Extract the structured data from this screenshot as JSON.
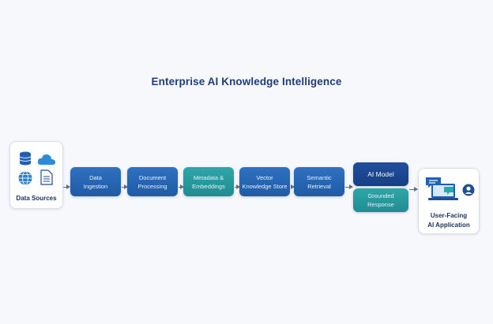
{
  "title": "Enterprise AI Knowledge Intelligence",
  "sources": {
    "label": "Data Sources"
  },
  "stages": [
    {
      "lines": [
        "Data",
        "Ingestion"
      ]
    },
    {
      "lines": [
        "Document",
        "Processing"
      ]
    },
    {
      "lines": [
        "Metadata &",
        "Embeddings"
      ]
    },
    {
      "lines": [
        "Vector",
        "Knowledge Store"
      ]
    },
    {
      "lines": [
        "Semantic",
        "Retrieval"
      ]
    }
  ],
  "model": {
    "label": "AI Model",
    "output_lines": [
      "Grounded",
      "Response"
    ]
  },
  "app": {
    "lines": [
      "User-Facing",
      "AI Application"
    ]
  },
  "colors": {
    "blue": "#2f72c0",
    "teal": "#2fa6a8",
    "navy": "#163f85"
  }
}
